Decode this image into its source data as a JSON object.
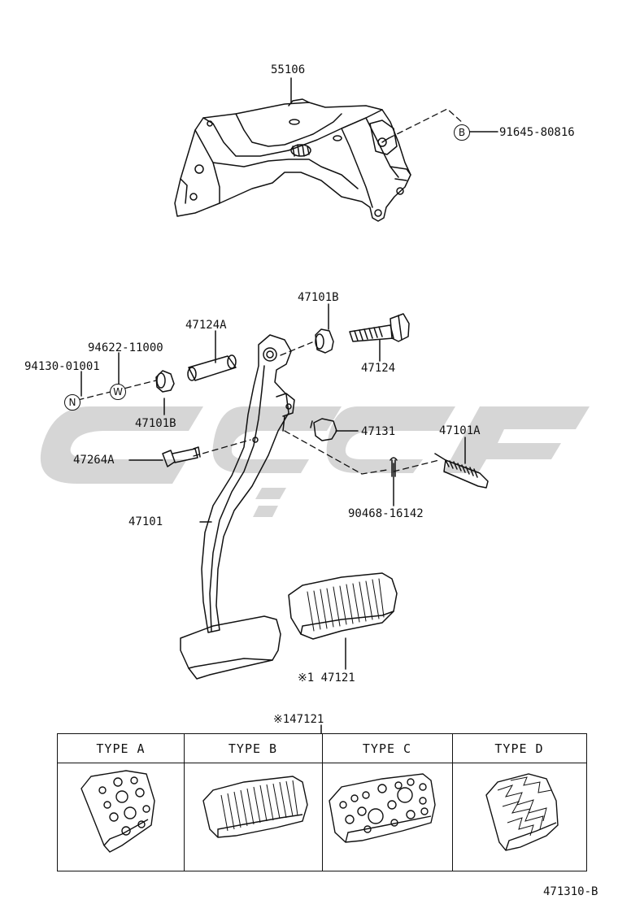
{
  "labels": {
    "bracket": "55106",
    "bolt_flange": "91645-80816",
    "bushing_top": "47101B",
    "bolt": "47124",
    "collar": "47124A",
    "washer": "94622-11000",
    "nut": "94130-01001",
    "bushing_left": "47101B",
    "stopper": "47131",
    "spring": "47101A",
    "pin": "47264A",
    "pedal_arm": "47101",
    "cotter_pin": "90468-16142",
    "pedal_pad": "※1 47121",
    "table_ref": "※147121",
    "diagram_code": "471310-B"
  },
  "callouts": {
    "b": "B",
    "w": "W",
    "n": "N"
  },
  "types": [
    {
      "label": "TYPE A"
    },
    {
      "label": "TYPE B"
    },
    {
      "label": "TYPE C"
    },
    {
      "label": "TYPE D"
    }
  ],
  "colors": {
    "line": "#111111",
    "watermark": "#d4d4d4"
  }
}
